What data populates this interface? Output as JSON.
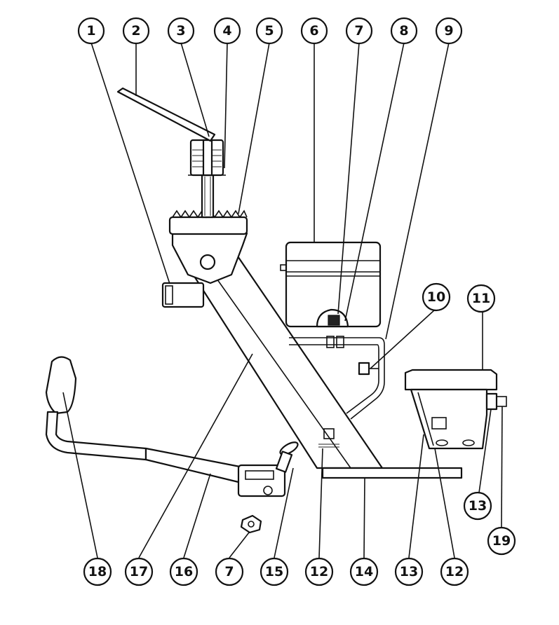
{
  "callouts": [
    {
      "label": "1"
    },
    {
      "label": "2"
    },
    {
      "label": "3"
    },
    {
      "label": "4"
    },
    {
      "label": "5"
    },
    {
      "label": "6"
    },
    {
      "label": "7"
    },
    {
      "label": "8"
    },
    {
      "label": "9"
    },
    {
      "label": "10"
    },
    {
      "label": "11"
    },
    {
      "label": "13"
    },
    {
      "label": "19"
    },
    {
      "label": "18"
    },
    {
      "label": "17"
    },
    {
      "label": "16"
    },
    {
      "label": "7"
    },
    {
      "label": "15"
    },
    {
      "label": "12"
    },
    {
      "label": "14"
    },
    {
      "label": "13"
    },
    {
      "label": "12"
    }
  ]
}
